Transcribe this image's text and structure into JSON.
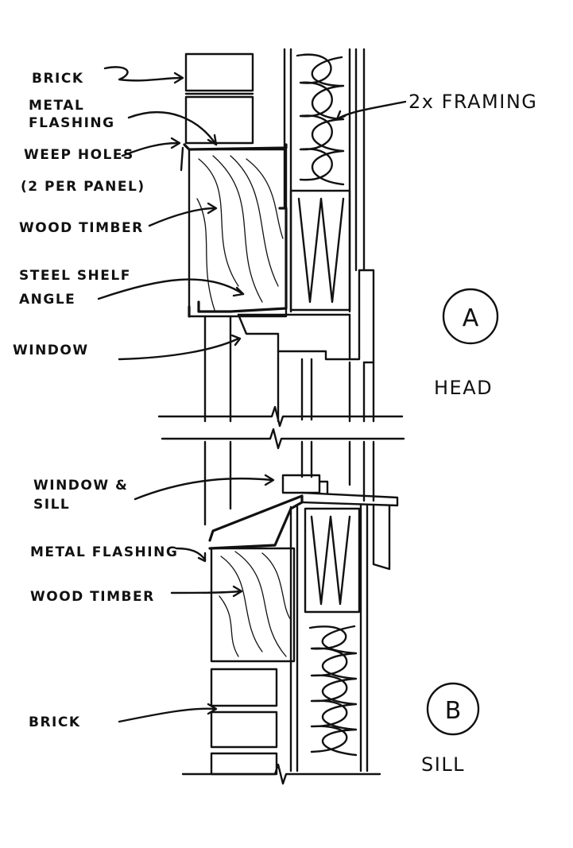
{
  "colors": {
    "ink": "#111111",
    "paper": "#ffffff"
  },
  "labels": {
    "brick_top": "BRICK",
    "metal_flashing_top_1": "METAL",
    "metal_flashing_top_2": "FLASHING",
    "weep_holes_1": "WEEP HOLES",
    "weep_holes_2": "(2 PER PANEL)",
    "wood_timber_top": "WOOD TIMBER",
    "steel_shelf_angle_1": "STEEL SHELF",
    "steel_shelf_angle_2": "ANGLE",
    "window": "WINDOW",
    "framing": "2x FRAMING",
    "window_sill_1": "WINDOW &",
    "window_sill_2": "SILL",
    "metal_flashing_bottom": "METAL FLASHING",
    "wood_timber_bottom": "WOOD TIMBER",
    "brick_bottom": "BRICK"
  },
  "details": {
    "a": {
      "letter": "A",
      "name": "HEAD"
    },
    "b": {
      "letter": "B",
      "name": "SILL"
    }
  }
}
